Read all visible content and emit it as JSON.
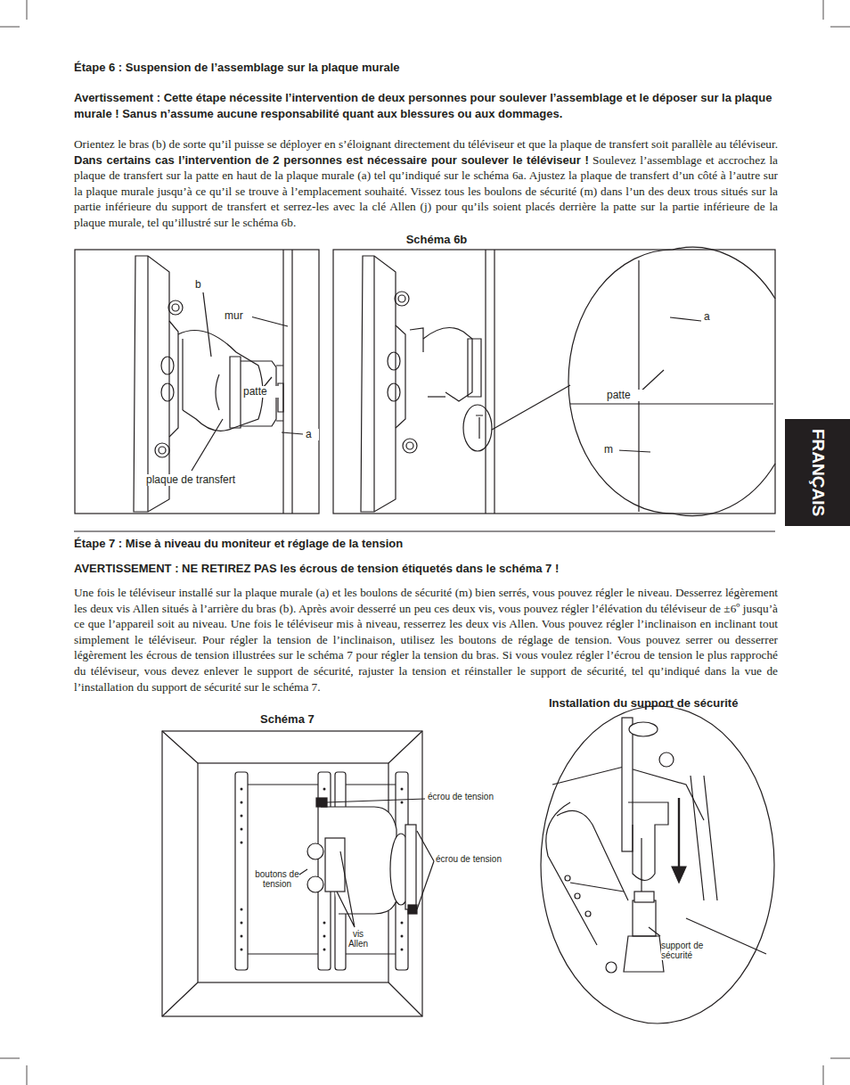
{
  "diagram": {
    "nodes": [
      {
        "text": [
          "FRANÇAIS"
        ]
      }
    ],
    "labels": [
      "Étape 6 : Suspension de l’assemblage sur la plaque murale",
      "Avertissement : Cette étape nécessite l’intervention de deux personnes pour soulever l’assemblage et le déposer sur la plaque murale ! Sanus n’assume aucune responsabilité quant aux blessures ou aux dommages.",
      "Orientez le bras (b) de sorte qu’il puisse se déployer en s’éloignant directement du téléviseur et que la plaque de transfert soit parallèle au téléviseur.",
      "Dans certains cas l’intervention de 2 personnes est nécessaire pour soulever le téléviseur !",
      "Soulevez l’assemblage et accrochez la plaque de transfert sur la patte en haut de la plaque murale (a) tel qu’indiqué sur le schéma 6a. Ajustez la plaque de transfert d’un côté à l’autre sur la plaque murale jusqu’à ce qu’il se trouve à l’emplacement souhaité. Vissez tous les boulons de sécurité (m) dans l’un des deux trous situés sur la partie inférieure du support de transfert et serrez-les avec la clé Allen (j) pour qu’ils soient placés derrière la patte sur la partie inférieure de la plaque murale, tel qu’illustré sur le schéma 6b.",
      "Schéma 6b",
      "b",
      "mur",
      "patte",
      "a",
      "plaque de transfert",
      "a",
      "patte",
      "m",
      "Étape 7 : Mise à niveau du moniteur et réglage de la tension",
      "AVERTISSEMENT : NE RETIREZ PAS les écrous de tension étiquetés dans le schéma 7 !",
      "Une fois le téléviseur installé sur la plaque murale (a) et les boulons de sécurité (m) bien serrés, vous pouvez régler le niveau. Desserrez légèrement les deux vis Allen situés à l’arrière du bras (b). Après avoir desserré un peu ces deux vis, vous pouvez régler l’élévation du téléviseur de ±6º jusqu’à ce que l’appareil soit au niveau. Une fois le téléviseur mis à niveau, resserrez les deux vis Allen. Vous pouvez régler l’inclinaison en inclinant tout simplement le téléviseur. Pour régler la tension de l’inclinaison, utilisez les boutons de réglage de tension. Vous pouvez serrer ou desserrer légèrement les écrous de tension illustrées sur le schéma 7 pour régler la tension du bras. Si vous voulez régler l’écrou de tension le plus rapproché du téléviseur, vous devez enlever le support de sécurité, rajuster la tension et réinstaller le support de sécurité, tel qu’indiqué dans la vue de l’installation du support de sécurité sur le schéma 7.",
      "Installation du support de sécurité",
      "Schéma 7",
      "écrou de tension",
      "écrou de tension",
      "boutons de tension",
      "vis Allen",
      "support de sécurité"
    ]
  }
}
